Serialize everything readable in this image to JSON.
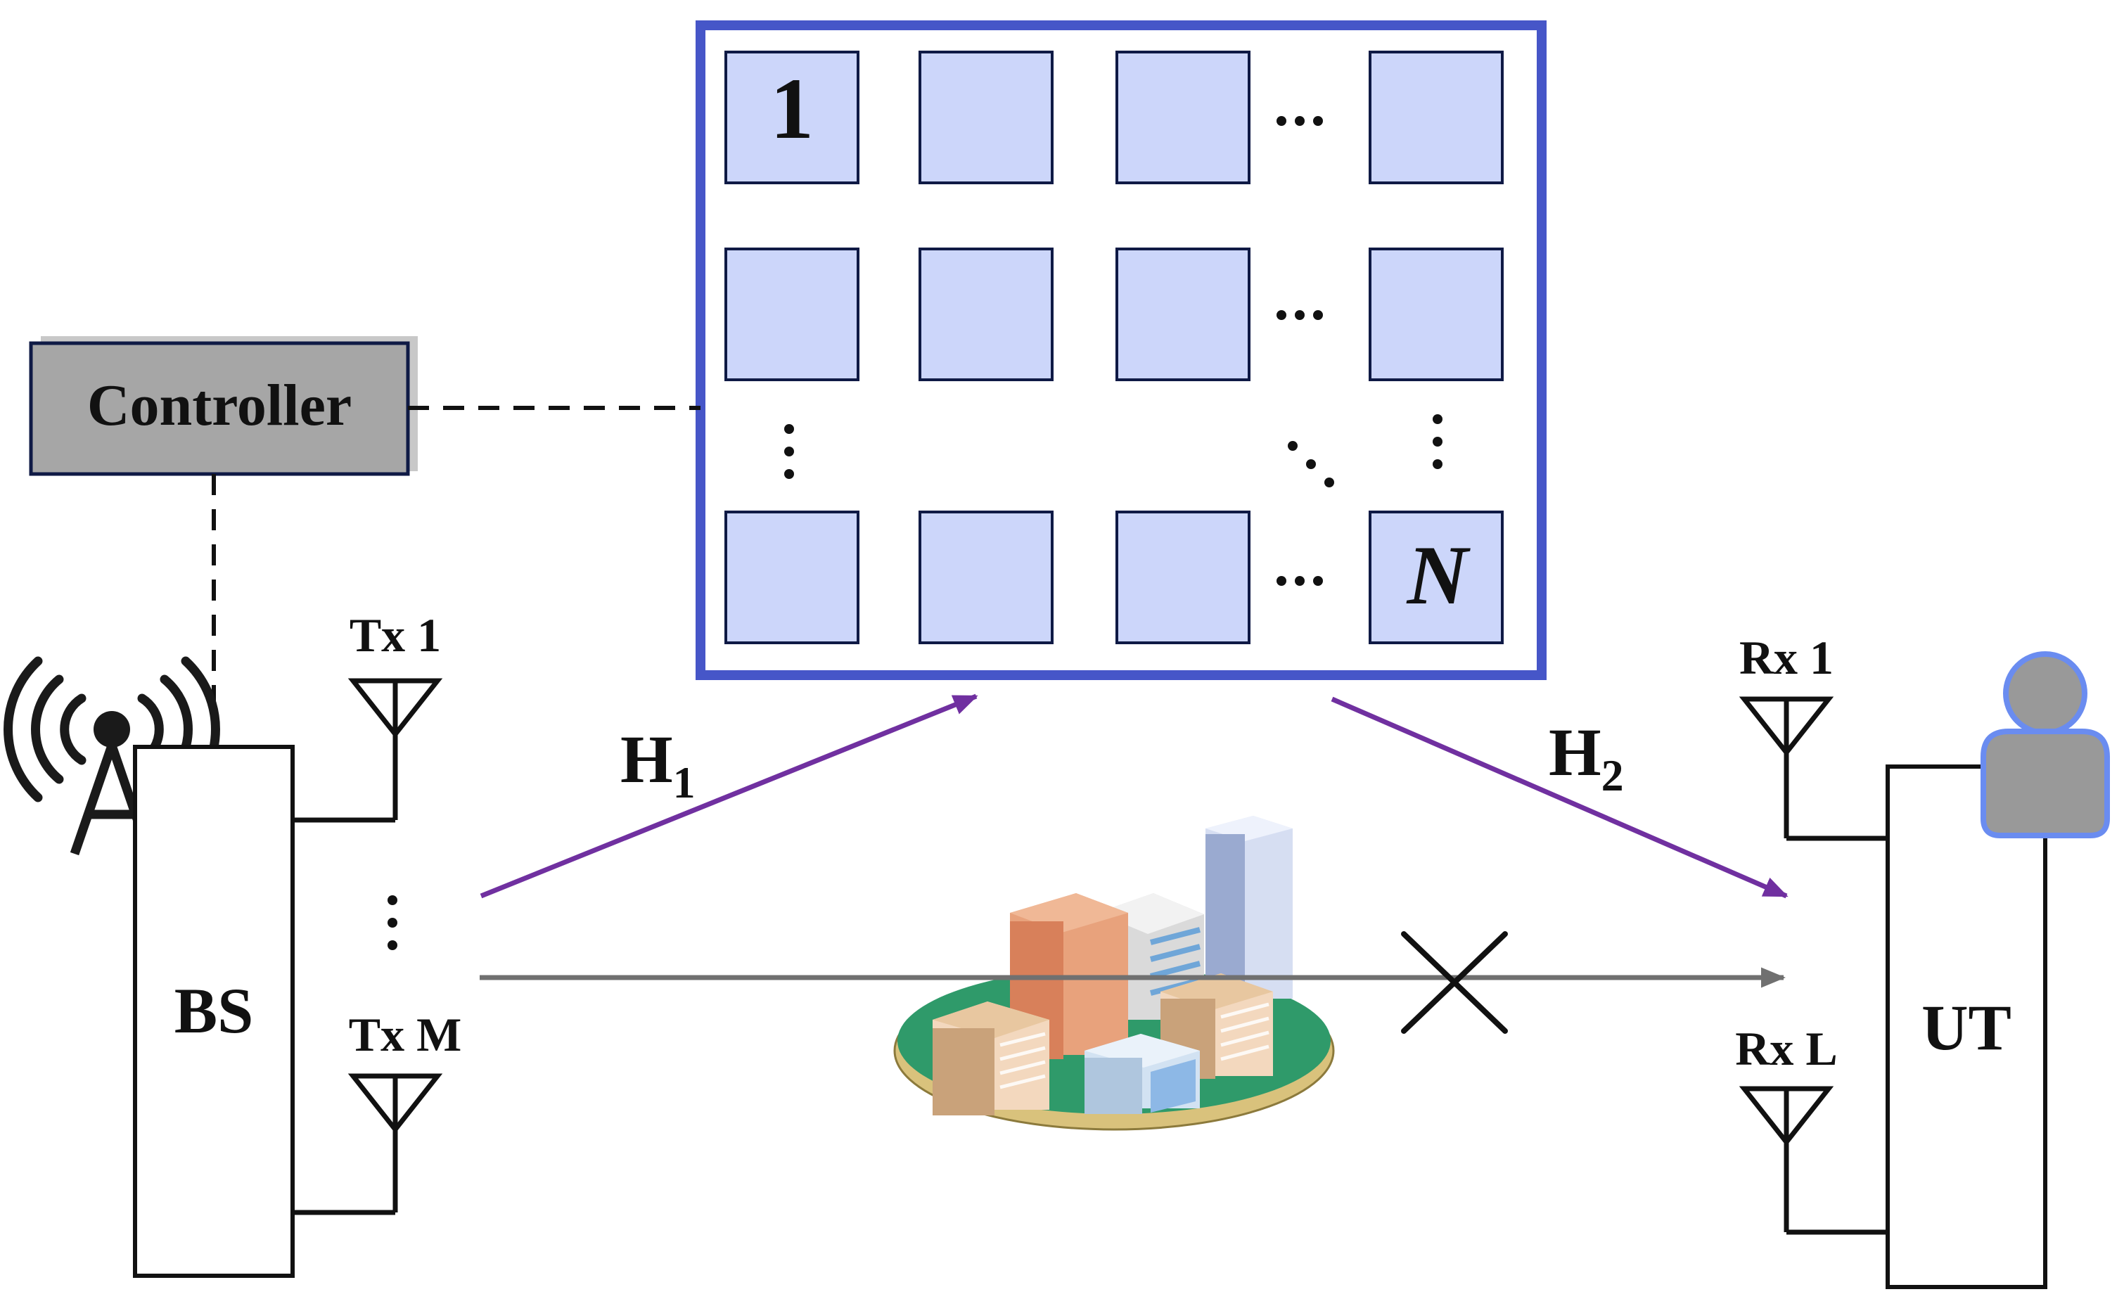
{
  "labels": {
    "controller": "Controller",
    "bs": "BS",
    "ut": "UT",
    "tx1": "Tx 1",
    "txM": "Tx M",
    "rx1": "Rx 1",
    "rxL": "Rx L",
    "h1_main": "H",
    "h1_sub": "1",
    "h2_main": "H",
    "h2_sub": "2",
    "ris_first": "1",
    "ris_last": "N"
  },
  "colors": {
    "ris_border": "#4656C8",
    "ris_element": "#CCD6FA",
    "arrow_reflect": "#7030A0",
    "arrow_direct": "#707070",
    "controller_fill": "#A6A6A6",
    "user_fill": "#999999",
    "user_outline": "#6A8CF0"
  },
  "icons": {
    "base_station": "radio-tower-icon",
    "antenna": "antenna-icon",
    "user": "user-icon",
    "blockage": "city-buildings-icon",
    "blocked_path": "cross-icon"
  }
}
